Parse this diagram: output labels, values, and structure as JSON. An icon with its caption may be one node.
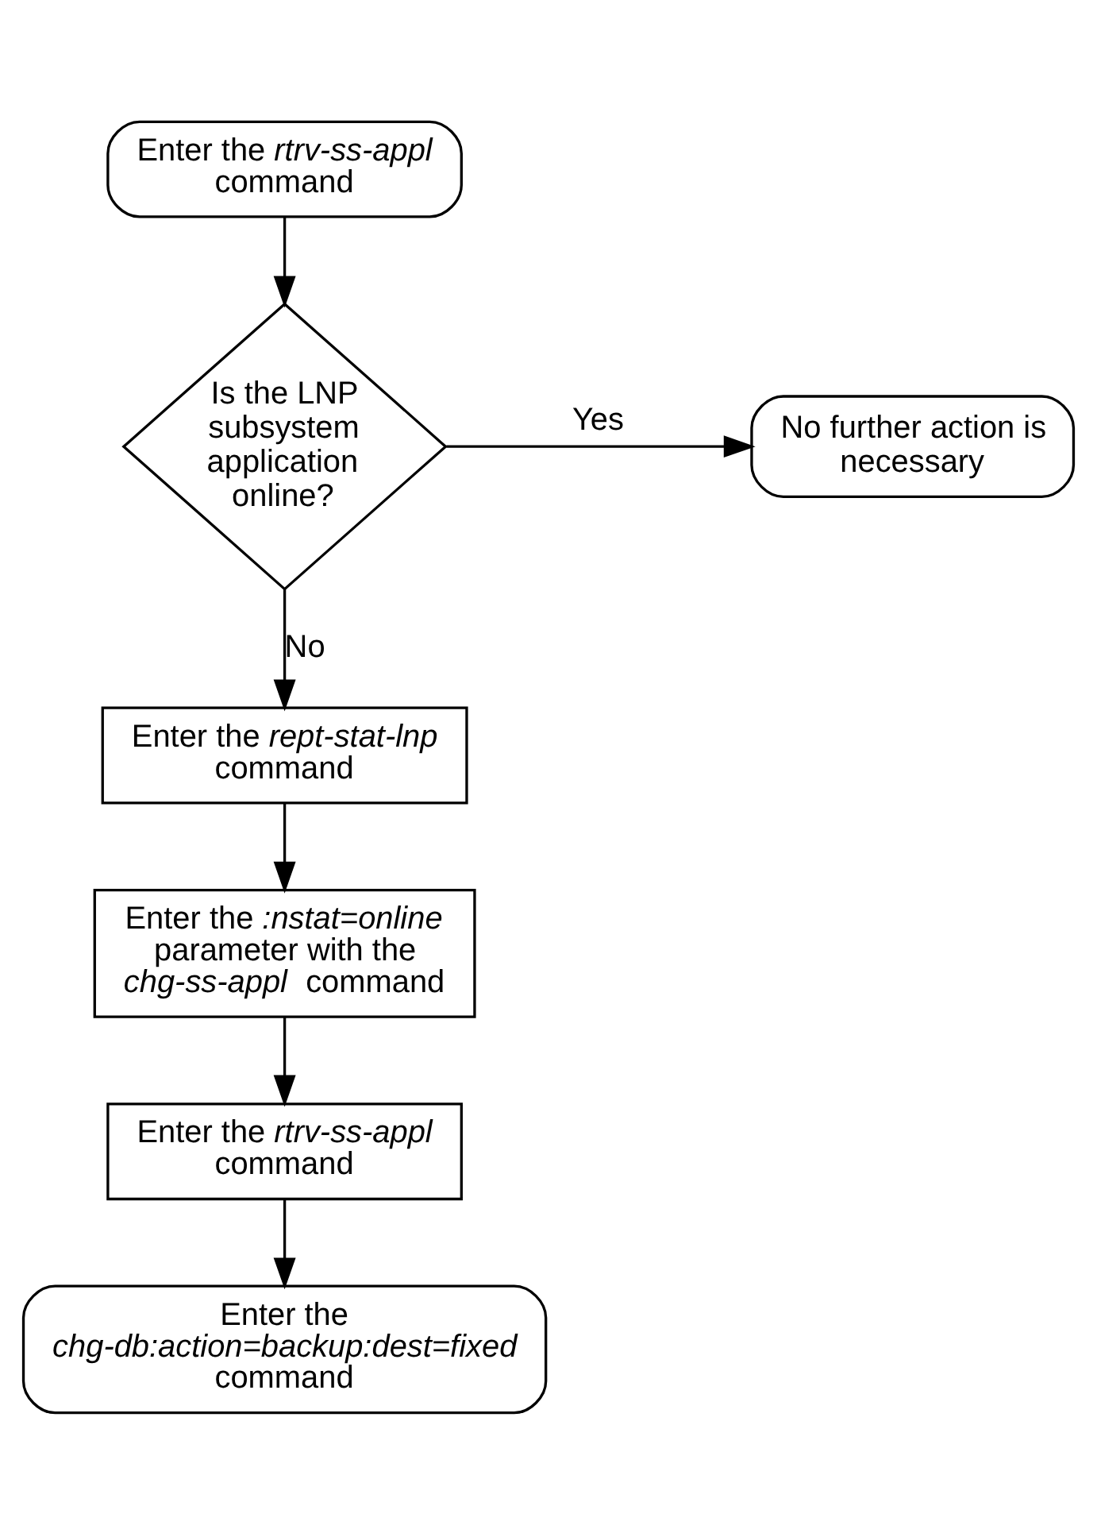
{
  "diagram": {
    "nodes": [
      {
        "text": [
          "Enter the *rtrv-ss-appl* command"
        ]
      },
      {
        "text": [
          "Is the LNP subsystem application online?"
        ]
      },
      {
        "text": [
          "No further action is necessary"
        ]
      },
      {
        "text": [
          "Enter the *rept-stat-lnp* command"
        ]
      },
      {
        "text": [
          "Enter the *:nstat=online* parameter with the *chg-ss-appl* command"
        ]
      },
      {
        "text": [
          "Enter the *rtrv-ss-appl* command"
        ]
      },
      {
        "text": [
          "Enter the *chg-db:action=backup:dest=fixed* command"
        ]
      }
    ],
    "edges": [
      {
        "from": 0,
        "to": 1,
        "arrow": "to"
      },
      {
        "from": 1,
        "to": 2,
        "arrow": "to",
        "label": "Yes"
      },
      {
        "from": 1,
        "to": 3,
        "arrow": "to",
        "label": "No"
      },
      {
        "from": 3,
        "to": 4,
        "arrow": "to"
      },
      {
        "from": 4,
        "to": 5,
        "arrow": "to"
      },
      {
        "from": 5,
        "to": 6,
        "arrow": "to"
      }
    ]
  }
}
